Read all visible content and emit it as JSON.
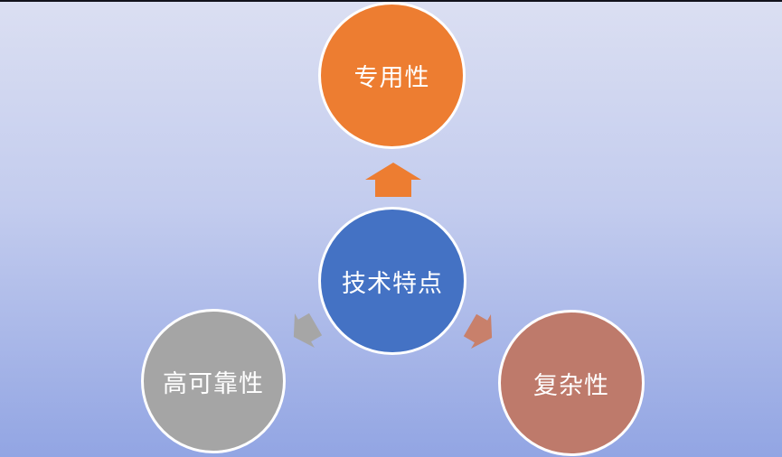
{
  "diagram": {
    "center_node": {
      "label": "技术特点",
      "color": "#4472C4"
    },
    "nodes": [
      {
        "label": "专用性",
        "color": "#ED7D31",
        "position": "top"
      },
      {
        "label": "高可靠性",
        "color": "#A5A5A5",
        "position": "bottom-left"
      },
      {
        "label": "复杂性",
        "color": "#BE7A6B",
        "position": "bottom-right"
      }
    ],
    "arrows": [
      {
        "name": "up-arrow",
        "color": "#ED7D31",
        "direction": "up"
      },
      {
        "name": "down-left-arrow",
        "color": "#A6A6A6",
        "direction": "down-left"
      },
      {
        "name": "down-right-arrow",
        "color": "#C8806B",
        "direction": "down-right"
      }
    ],
    "background": {
      "gradient_top": "#DBDFF2",
      "gradient_bottom": "#92A5E3",
      "top_edge_line_color": "#12121B",
      "text_color": "#FFFFFF"
    }
  }
}
